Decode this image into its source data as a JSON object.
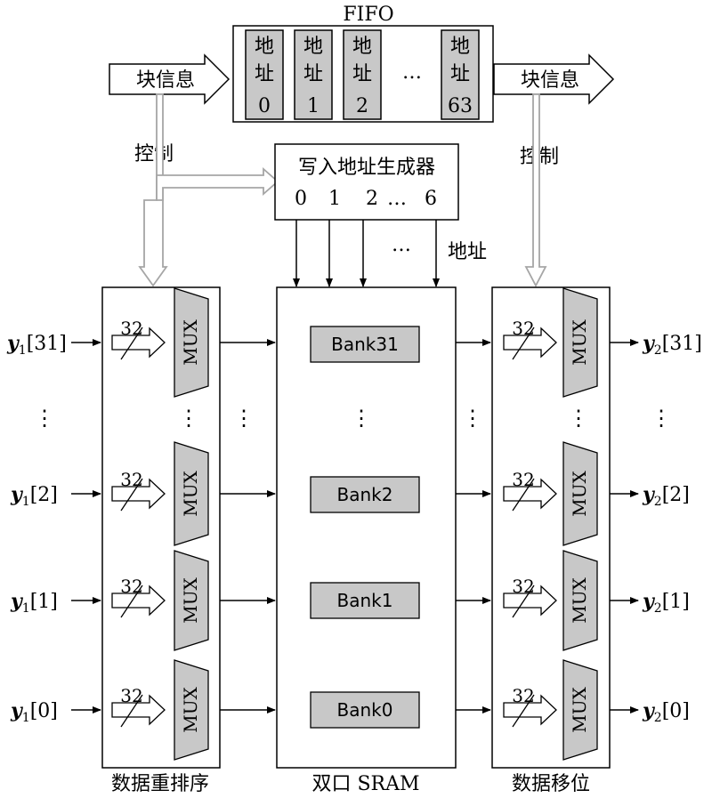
{
  "fifo": {
    "title": "FIFO",
    "cells": [
      {
        "top": "地",
        "mid": "址",
        "idx": "0"
      },
      {
        "top": "地",
        "mid": "址",
        "idx": "1"
      },
      {
        "top": "地",
        "mid": "址",
        "idx": "2"
      },
      {
        "top": "地",
        "mid": "址",
        "idx": "63"
      }
    ],
    "ellipsis": "…"
  },
  "block_info_in": "块信息",
  "block_info_out": "块信息",
  "control_left": "控制",
  "control_right": "控制",
  "addr_gen": {
    "title": "写入地址生成器",
    "indices": [
      "0",
      "1",
      "2",
      "…",
      "6"
    ],
    "dots": "…",
    "address_label": "地址"
  },
  "sram": {
    "label": "双口 SRAM",
    "banks": [
      "Bank31",
      "Bank2",
      "Bank1",
      "Bank0"
    ],
    "dots": "⋮"
  },
  "reorder": {
    "label": "数据重排序",
    "width": "32",
    "mux": "MUX",
    "dots": "⋮"
  },
  "shift": {
    "label": "数据移位",
    "width": "32",
    "mux": "MUX",
    "dots": "⋮"
  },
  "inputs": {
    "var": "y",
    "sub": "1",
    "indices": [
      "[31]",
      "[2]",
      "[1]",
      "[0]"
    ],
    "dots": "⋮"
  },
  "outputs": {
    "var": "y",
    "sub": "2",
    "indices": [
      "[31]",
      "[2]",
      "[1]",
      "[0]"
    ],
    "dots": "⋮"
  },
  "colors": {
    "fill_gray": "#c8c8c8",
    "arrow_gray": "#a6a6a6",
    "line": "#000000"
  }
}
